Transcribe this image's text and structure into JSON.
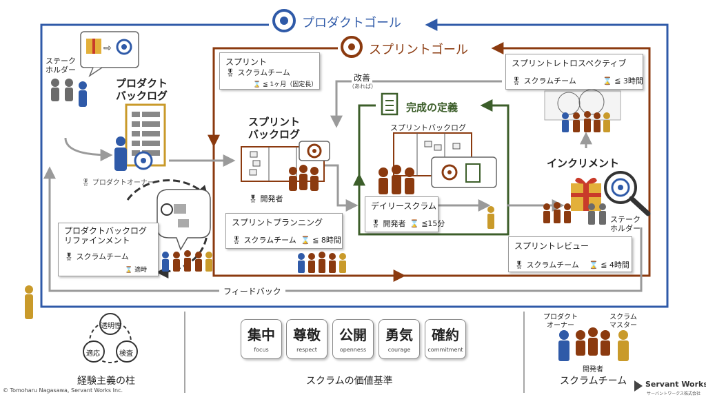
{
  "goals": {
    "product_goal": "プロダクトゴール",
    "sprint_goal": "スプリントゴール",
    "definition_of_done": "完成の定義",
    "colors": {
      "product": "#2f5aa8",
      "sprint": "#8b3a0f",
      "done": "#3c5e2a"
    }
  },
  "stakeholders_top": "ステーク\nホルダー",
  "product_backlog": "プロダクト\nバックログ",
  "product_owner_caption": "プロダクトオーナー",
  "sprint_box": {
    "title": "スプリント",
    "team": "スクラムチーム",
    "duration": "≦ 1ヶ月（固定長）"
  },
  "sprint_backlog": "スプリント\nバックログ",
  "developers_caption": "開発者",
  "improvement": {
    "label": "改善",
    "sub": "（あれば）"
  },
  "inner_sprint_backlog": "スプリントバックログ",
  "retrospective": {
    "title": "スプリントレトロスペクティブ",
    "team": "スクラムチーム",
    "duration": "≦ 3時間"
  },
  "increment": "インクリメント",
  "stakeholders_right": "ステーク\nホルダー",
  "daily_scrum": {
    "title": "デイリースクラム",
    "team": "開発者",
    "duration": "≦15分"
  },
  "planning": {
    "title": "スプリントプランニング",
    "team": "スクラムチーム",
    "duration": "≦ 8時間"
  },
  "refinement": {
    "title": "プロダクトバックログ\nリファインメント",
    "team": "スクラムチーム",
    "duration": "適時"
  },
  "review": {
    "title": "スプリントレビュー",
    "team": "スクラムチーム",
    "duration": "≦ 4時間"
  },
  "feedback": "フィードバック",
  "pillars": {
    "items": [
      "透明性",
      "適応",
      "検査"
    ],
    "caption": "経験主義の柱"
  },
  "values": {
    "items": [
      {
        "kanji": "集中",
        "en": "focus"
      },
      {
        "kanji": "尊敬",
        "en": "respect"
      },
      {
        "kanji": "公開",
        "en": "openness"
      },
      {
        "kanji": "勇気",
        "en": "courage"
      },
      {
        "kanji": "確約",
        "en": "commitment"
      }
    ],
    "caption": "スクラムの価値基準"
  },
  "team": {
    "po": "プロダクト\nオーナー",
    "sm": "スクラム\nマスター",
    "dev": "開発者",
    "caption": "スクラムチーム"
  },
  "copyright": "© Tomoharu Nagasawa, Servant Works Inc.",
  "logo": {
    "name": "Servant Works",
    "sub": "サーバントワークス株式会社"
  }
}
